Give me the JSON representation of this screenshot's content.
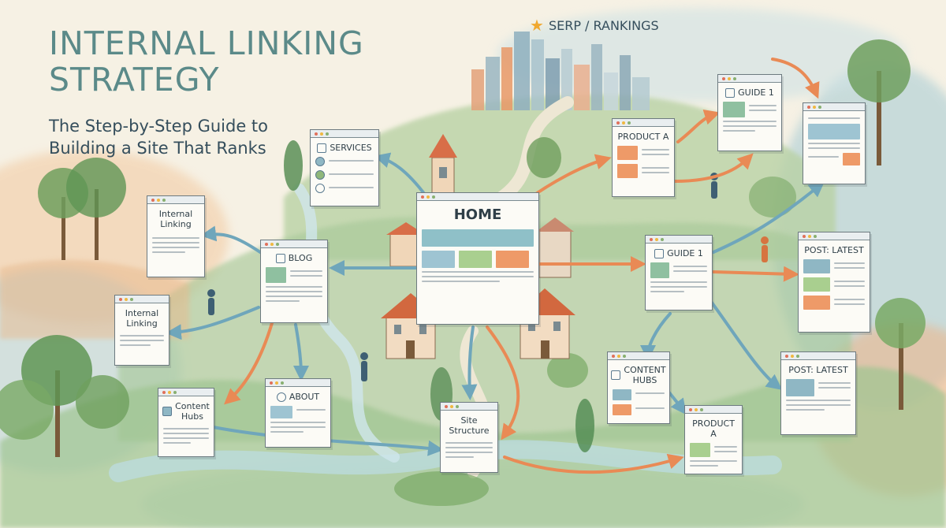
{
  "header": {
    "title": "Internal Linking Strategy",
    "subtitle": "The Step-by-Step Guide to Building a Site That Ranks",
    "serp_label": "SERP / RANKINGS",
    "serp_icon": "star-icon"
  },
  "pages": {
    "home": "HOME",
    "services": "SERVICES",
    "blog": "BLOG",
    "about": "ABOUT",
    "internal_linking_upper": "Internal Linking",
    "internal_linking_lower": "Internal Linking",
    "content_hubs_left": "Content Hubs",
    "content_hubs_right": "CONTENT HUBS",
    "site_structure": "Site Structure",
    "product_a_top": "PRODUCT A",
    "product_a_bottom": "PRODUCT A",
    "guide_1_top": "GUIDE 1",
    "guide_1_mid": "GUIDE 1",
    "post_latest_top": "POST: LATEST",
    "post_latest_bottom": "POST: LATEST"
  },
  "colors": {
    "teal": "#5b8a89",
    "orange": "#e98a55",
    "blue": "#7fb0c4",
    "green": "#8fb77a",
    "ink": "#2f3f48"
  }
}
